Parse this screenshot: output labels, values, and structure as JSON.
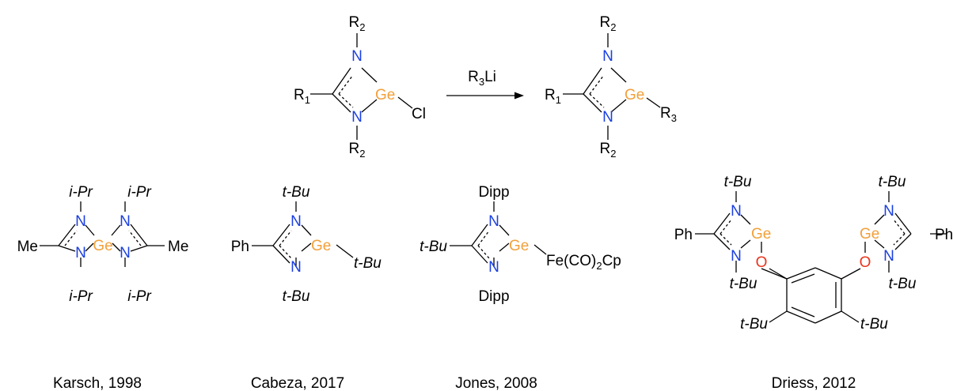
{
  "colors": {
    "nitrogen": "#1b3fe0",
    "germanium": "#f2a03a",
    "oxygen": "#e8341c",
    "bond": "#000000"
  },
  "reaction": {
    "reagent": {
      "main": "R",
      "sub1": "3",
      "tail": "Li"
    },
    "reactant": {
      "r1": {
        "main": "R",
        "sub": "1"
      },
      "r2_top": {
        "main": "R",
        "sub": "2"
      },
      "r2_bottom": {
        "main": "R",
        "sub": "2"
      },
      "n_top": "N",
      "n_bottom": "N",
      "ge": "Ge",
      "cl": "Cl"
    },
    "product": {
      "r1": {
        "main": "R",
        "sub": "1"
      },
      "r2_top": {
        "main": "R",
        "sub": "2"
      },
      "r2_bottom": {
        "main": "R",
        "sub": "2"
      },
      "n_top": "N",
      "n_bottom": "N",
      "ge": "Ge",
      "r3": {
        "main": "R",
        "sub": "3"
      }
    }
  },
  "compounds": [
    {
      "caption": "Karsch, 1998",
      "labels": {
        "ipr_tl": "i-Pr",
        "ipr_tr": "i-Pr",
        "ipr_bl": "i-Pr",
        "ipr_br": "i-Pr",
        "n1": "N",
        "n2": "N",
        "n3": "N",
        "n4": "N",
        "ge": "Ge",
        "me_left": "Me",
        "me_right": "Me"
      }
    },
    {
      "caption": "Cabeza, 2017",
      "labels": {
        "tbu_top": "t-Bu",
        "n_top": "N",
        "n_bottom": "N",
        "tbu_bottom": "t-Bu",
        "ph": "Ph",
        "ge": "Ge",
        "tbu_ge": "t-Bu"
      }
    },
    {
      "caption": "Jones, 2008",
      "labels": {
        "dipp_top": "Dipp",
        "n_top": "N",
        "n_bottom": "N",
        "dipp_bottom": "Dipp",
        "tbu": "t-Bu",
        "ge": "Ge",
        "fe": {
          "a": "Fe(CO)",
          "sub": "2",
          "b": "Cp"
        }
      }
    },
    {
      "caption": "Driess, 2012",
      "labels": {
        "tbu_l_top": "t-Bu",
        "n_l_top": "N",
        "n_l_bottom": "N",
        "tbu_l_bottom": "t-Bu",
        "ph_l": "Ph",
        "ge_l": "Ge",
        "o_l": "O",
        "tbu_r_top": "t-Bu",
        "n_r_top": "N",
        "n_r_bottom": "N",
        "tbu_r_bottom": "t-Bu",
        "ph_r": "Ph",
        "ge_r": "Ge",
        "o_r": "O",
        "tbu_ring_l": "t-Bu",
        "tbu_ring_r": "t-Bu"
      }
    }
  ]
}
